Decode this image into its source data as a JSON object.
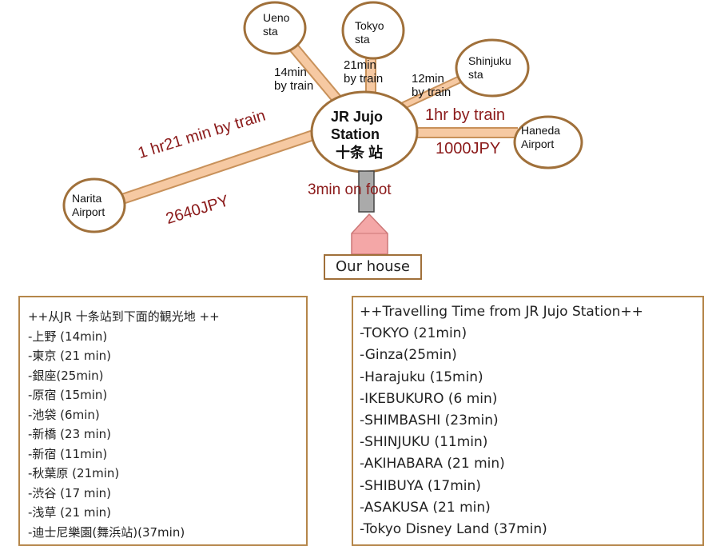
{
  "stations": {
    "ueno": "Ueno\nsta",
    "tokyo": "Tokyo\nsta",
    "shinjuku": "Shinjuku\nsta",
    "haneda": "Haneda\nAirport",
    "narita": "Narita\nAirport",
    "jujo_en": "JR Jujo\nStation",
    "jujo_jp": "十条 站"
  },
  "routes": {
    "ueno": "14min\nby train",
    "tokyo": "21min\nby train",
    "shinjuku": "12min\nby train",
    "haneda_time": "1hr by train",
    "haneda_fare": "1000JPY",
    "narita_time": "1 hr21 min  by train",
    "narita_fare": "2640JPY",
    "foot": "3min on foot"
  },
  "house": "Our house",
  "left_box": {
    "title": "++从JR 十条站到下面的観光地 ++",
    "items": [
      "-上野 (14min)",
      "-東京 (21 min)",
      "-銀座(25min)",
      "-原宿 (15min)",
      "-池袋 (6min)",
      "-新橋 (23 min)",
      "-新宿 (11min)",
      "-秋葉原 (21min)",
      "-渋谷 (17 min)",
      "-浅草 (21 min)",
      "-迪士尼樂園(舞浜站)(37min)"
    ]
  },
  "right_box": {
    "title": "++Travelling Time from JR Jujo Station++",
    "items": [
      "-TOKYO (21min)",
      "-Ginza(25min)",
      "-Harajuku (15min)",
      "-IKEBUKURO (6 min)",
      "-SHIMBASHI (23min)",
      "-SHINJUKU (11min)",
      "-AKIHABARA (21 min)",
      "-SHIBUYA (17min)",
      "-ASAKUSA (21 min)",
      "-Tokyo Disney Land (37min)"
    ]
  }
}
